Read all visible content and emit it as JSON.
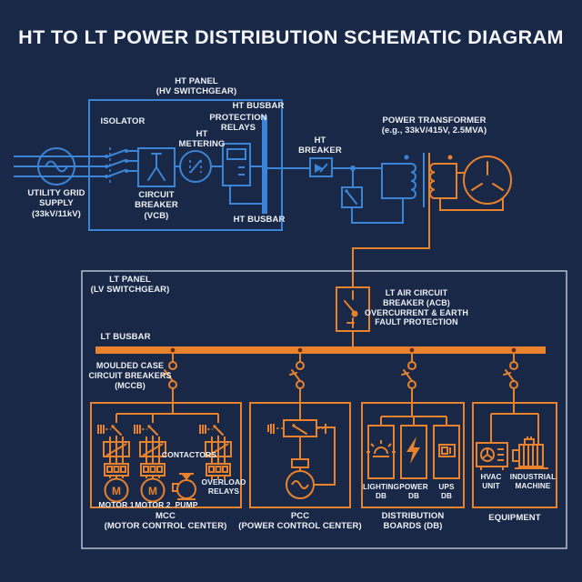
{
  "title": "HT TO LT POWER DISTRIBUTION SCHEMATIC DIAGRAM",
  "colors": {
    "background": "#1a2847",
    "ht_blue": "#3b84d6",
    "lt_orange": "#e8822c",
    "text": "#edf1f7",
    "lt_panel_border": "#b6bfcc"
  },
  "ht_panel": {
    "label": "HT PANEL\n(HV SWITCHGEAR)",
    "utility": "UTILITY GRID\nSUPPLY\n(33kV/11kV)",
    "isolator": "ISOLATOR",
    "circuit_breaker": "CIRCUIT\nBREAKER\n(VCB)",
    "metering": "HT\nMETERING",
    "protection_relays": "PROTECTION\nRELAYS",
    "busbar_top": "HT BUSBAR",
    "busbar_bottom": "HT BUSBAR"
  },
  "transmission": {
    "ht_breaker": "HT\nBREAKER",
    "transformer": "POWER TRANSFORMER\n(e.g., 33kV/415V, 2.5MVA)"
  },
  "lt_panel": {
    "label": "LT PANEL\n(LV SWITCHGEAR)",
    "acb": "LT AIR CIRCUIT\nBREAKER (ACB)\nOVERCURRENT & EARTH\nFAULT PROTECTION",
    "busbar": "LT BUSBAR",
    "mccb": "MOULDED CASE\nCIRCUIT BREAKERS\n(MCCB)",
    "mcc": {
      "contactors": "CONTACTORS",
      "overload_relays": "OVERLOAD\nRELAYS",
      "motor1": "MOTOR 1",
      "motor2": "MOTOR 2",
      "pump": "PUMP",
      "motor_letter": "M",
      "caption": "MCC\n(MOTOR CONTROL CENTER)"
    },
    "pcc": {
      "caption": "PCC\n(POWER CONTROL CENTER)"
    },
    "db": {
      "lighting": "LIGHTING\nDB",
      "power": "POWER\nDB",
      "ups": "UPS\nDB",
      "caption": "DISTRIBUTION\nBOARDS (DB)"
    },
    "equipment": {
      "hvac": "HVAC\nUNIT",
      "machine": "INDUSTRIAL\nMACHINE",
      "caption": "EQUIPMENT"
    }
  }
}
